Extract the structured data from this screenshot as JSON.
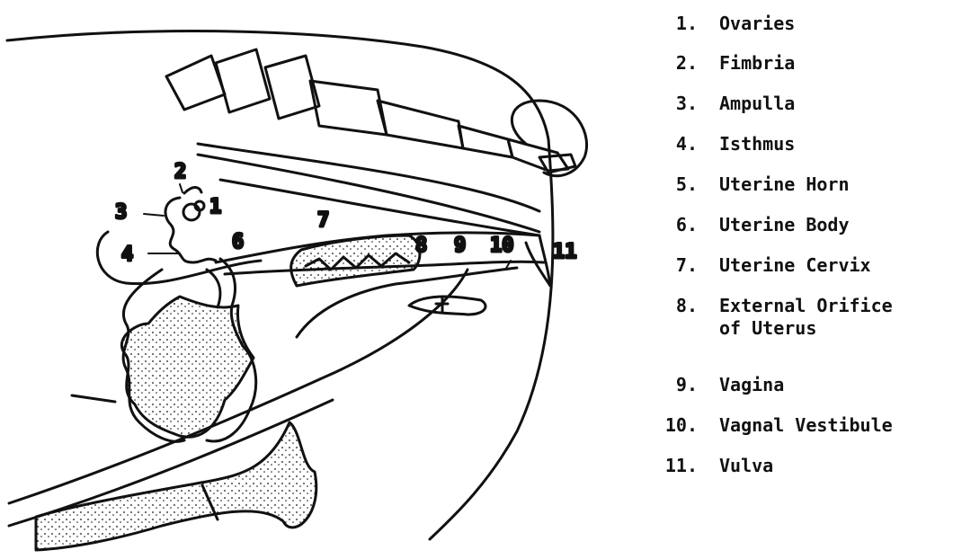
{
  "diagram": {
    "labels": [
      {
        "number": "1",
        "term": "Ovaries"
      },
      {
        "number": "2",
        "term": "Fimbria"
      },
      {
        "number": "3",
        "term": "Ampulla"
      },
      {
        "number": "4",
        "term": "Isthmus"
      },
      {
        "number": "5",
        "term": "Uterine Horn"
      },
      {
        "number": "6",
        "term": "Uterine Body"
      },
      {
        "number": "7",
        "term": "Uterine Cervix"
      },
      {
        "number": "8",
        "term": "External Orifice\nof Uterus"
      },
      {
        "number": "9",
        "term": "Vagina"
      },
      {
        "number": "10",
        "term": "Vagnal Vestibule"
      },
      {
        "number": "11",
        "term": "Vulva"
      }
    ],
    "legend_numbers": [
      "1.",
      "2.",
      "3.",
      "4.",
      "5.",
      "6.",
      "7.",
      "8.",
      "9.",
      "10.",
      "11."
    ]
  }
}
